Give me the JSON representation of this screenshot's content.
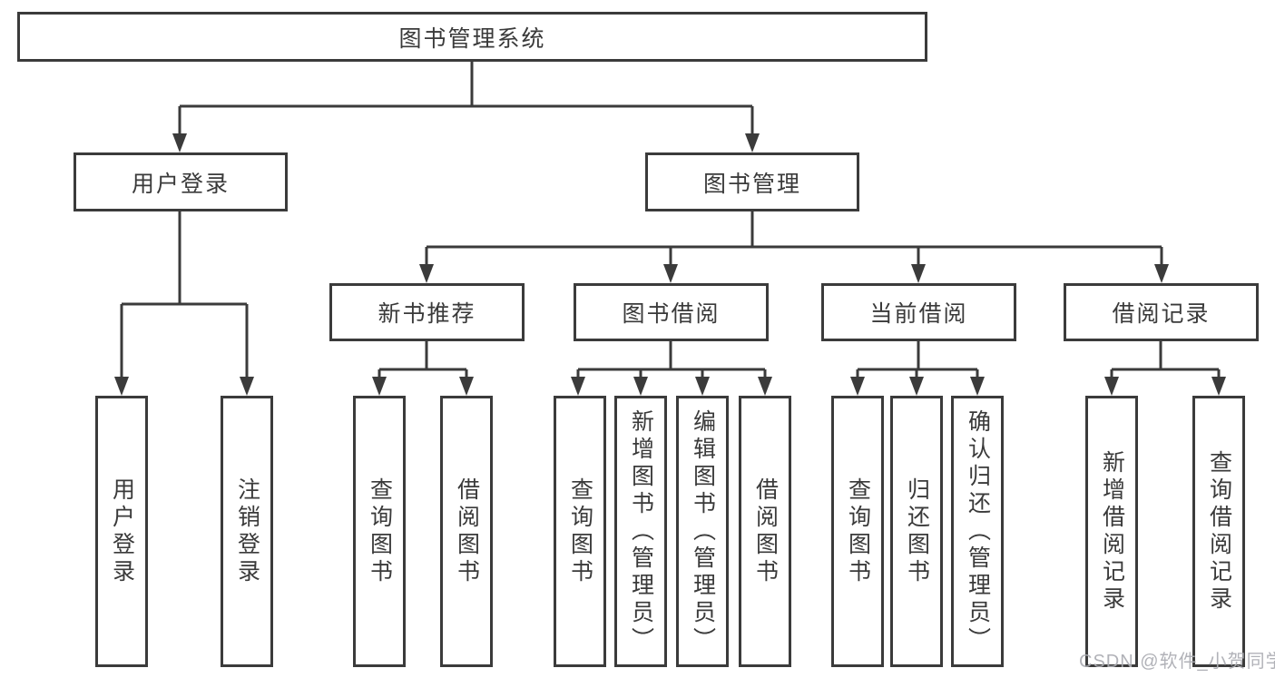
{
  "title": "图书管理系统",
  "watermark": "CSDN @软件_小贺同学",
  "colors": {
    "line": "#3b3b3b",
    "text": "#3a3a3a",
    "box_fill": "#ffffff",
    "watermark": "#abacb2",
    "background": "#ffffff"
  },
  "level2": [
    {
      "label": "用户登录",
      "parent": "图书管理系统"
    },
    {
      "label": "图书管理",
      "parent": "图书管理系统"
    }
  ],
  "level3": [
    {
      "label": "新书推荐",
      "parent": "图书管理"
    },
    {
      "label": "图书借阅",
      "parent": "图书管理"
    },
    {
      "label": "当前借阅",
      "parent": "图书管理"
    },
    {
      "label": "借阅记录",
      "parent": "图书管理"
    }
  ],
  "leaves": [
    {
      "label": "用户登录",
      "parent": "用户登录"
    },
    {
      "label": "注销登录",
      "parent": "用户登录"
    },
    {
      "label": "查询图书",
      "parent": "新书推荐"
    },
    {
      "label": "借阅图书",
      "parent": "新书推荐"
    },
    {
      "label": "查询图书",
      "parent": "图书借阅"
    },
    {
      "label": "新增图书（管理员）",
      "parent": "图书借阅"
    },
    {
      "label": "编辑图书（管理员）",
      "parent": "图书借阅"
    },
    {
      "label": "借阅图书",
      "parent": "图书借阅"
    },
    {
      "label": "查询图书",
      "parent": "当前借阅"
    },
    {
      "label": "归还图书",
      "parent": "当前借阅"
    },
    {
      "label": "确认归还（管理员）",
      "parent": "当前借阅"
    },
    {
      "label": "新增借阅记录",
      "parent": "借阅记录"
    },
    {
      "label": "查询借阅记录",
      "parent": "借阅记录"
    }
  ]
}
